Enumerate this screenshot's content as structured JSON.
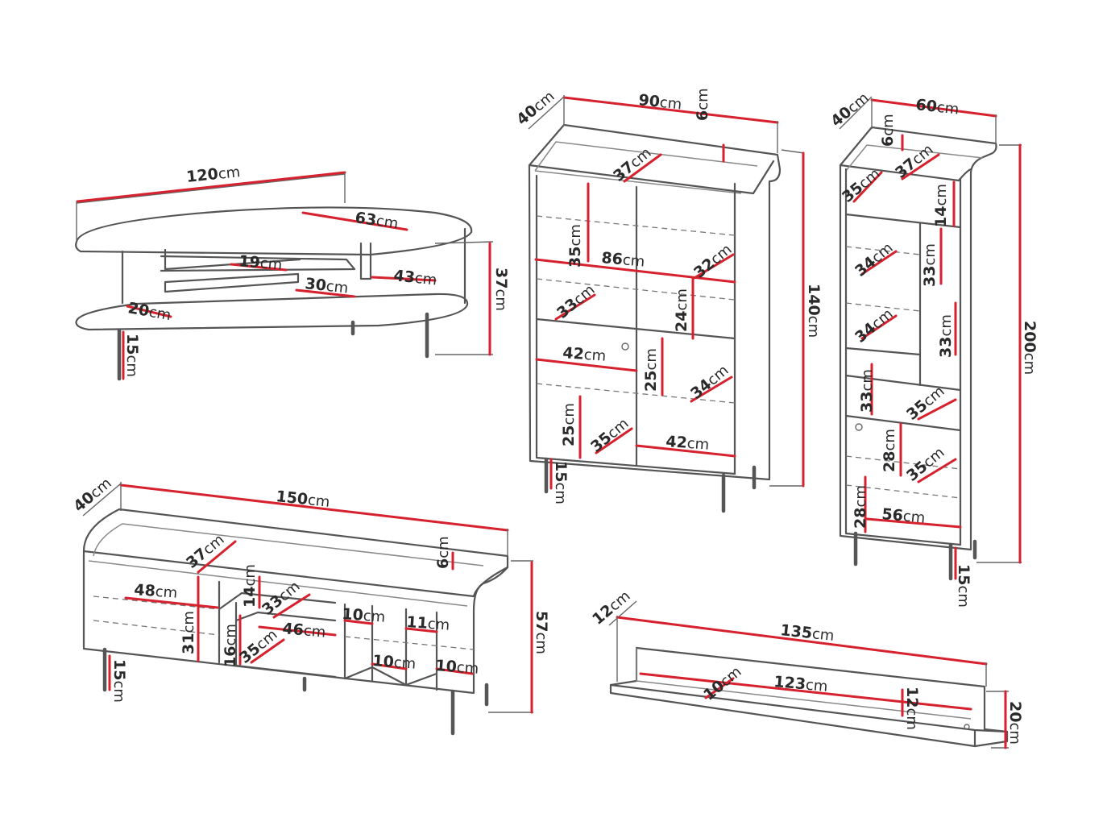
{
  "unit": "cm",
  "products": [
    {
      "name": "coffee-table",
      "labels": [
        {
          "id": "ct-width",
          "value": "120"
        },
        {
          "id": "ct-top-depth",
          "value": "63"
        },
        {
          "id": "ct-shelf-upper",
          "value": "19"
        },
        {
          "id": "ct-shelf-lower",
          "value": "30"
        },
        {
          "id": "ct-side-depth",
          "value": "43"
        },
        {
          "id": "ct-bottom-depth",
          "value": "20"
        },
        {
          "id": "ct-height",
          "value": "37"
        },
        {
          "id": "ct-leg",
          "value": "15"
        }
      ]
    },
    {
      "name": "highboard",
      "labels": [
        {
          "id": "hb-depth",
          "value": "40"
        },
        {
          "id": "hb-width",
          "value": "90"
        },
        {
          "id": "hb-top-rim",
          "value": "6"
        },
        {
          "id": "hb-top-shelf-depth",
          "value": "37"
        },
        {
          "id": "hb-upper-height",
          "value": "35"
        },
        {
          "id": "hb-shelf-width",
          "value": "86"
        },
        {
          "id": "hb-shelf-depth-right",
          "value": "32"
        },
        {
          "id": "hb-mid-depth",
          "value": "33"
        },
        {
          "id": "hb-mid-height",
          "value": "24"
        },
        {
          "id": "hb-height",
          "value": "140"
        },
        {
          "id": "hb-door-width",
          "value": "42"
        },
        {
          "id": "hb-door-height",
          "value": "25"
        },
        {
          "id": "hb-door-depth",
          "value": "34"
        },
        {
          "id": "hb-lower-height",
          "value": "25"
        },
        {
          "id": "hb-lower-depth",
          "value": "35"
        },
        {
          "id": "hb-lower-width",
          "value": "42"
        },
        {
          "id": "hb-leg",
          "value": "15"
        }
      ]
    },
    {
      "name": "tall-cabinet",
      "labels": [
        {
          "id": "tc-depth",
          "value": "40"
        },
        {
          "id": "tc-width",
          "value": "60"
        },
        {
          "id": "tc-top-rim",
          "value": "6"
        },
        {
          "id": "tc-top-depth",
          "value": "37"
        },
        {
          "id": "tc-top-inner-depth",
          "value": "35"
        },
        {
          "id": "tc-top-height",
          "value": "14"
        },
        {
          "id": "tc-shelf1-depth",
          "value": "34"
        },
        {
          "id": "tc-shelf1-height",
          "value": "33"
        },
        {
          "id": "tc-shelf2-depth",
          "value": "34"
        },
        {
          "id": "tc-shelf2-height",
          "value": "33"
        },
        {
          "id": "tc-height",
          "value": "200"
        },
        {
          "id": "tc-comp-height",
          "value": "33"
        },
        {
          "id": "tc-comp-depth",
          "value": "35"
        },
        {
          "id": "tc-door-height",
          "value": "28"
        },
        {
          "id": "tc-door-depth",
          "value": "35"
        },
        {
          "id": "tc-bottom-height",
          "value": "28"
        },
        {
          "id": "tc-bottom-width",
          "value": "56"
        },
        {
          "id": "tc-leg",
          "value": "15"
        }
      ]
    },
    {
      "name": "tv-sideboard",
      "labels": [
        {
          "id": "tv-depth",
          "value": "40"
        },
        {
          "id": "tv-width",
          "value": "150"
        },
        {
          "id": "tv-top-rim",
          "value": "6"
        },
        {
          "id": "tv-top-depth",
          "value": "37"
        },
        {
          "id": "tv-left-width",
          "value": "48"
        },
        {
          "id": "tv-left-height",
          "value": "31"
        },
        {
          "id": "tv-mid-height",
          "value": "14"
        },
        {
          "id": "tv-mid-depth",
          "value": "33"
        },
        {
          "id": "tv-mid-low-height",
          "value": "16"
        },
        {
          "id": "tv-mid-low-depth",
          "value": "35"
        },
        {
          "id": "tv-mid-width",
          "value": "46"
        },
        {
          "id": "tv-slot1-width",
          "value": "10"
        },
        {
          "id": "tv-slot2-width",
          "value": "11"
        },
        {
          "id": "tv-slot3-width",
          "value": "10"
        },
        {
          "id": "tv-slot4-width",
          "value": "10"
        },
        {
          "id": "tv-height",
          "value": "57"
        },
        {
          "id": "tv-leg",
          "value": "15"
        }
      ]
    },
    {
      "name": "wall-shelf",
      "labels": [
        {
          "id": "ws-depth",
          "value": "12"
        },
        {
          "id": "ws-width",
          "value": "135"
        },
        {
          "id": "ws-inner-depth",
          "value": "10"
        },
        {
          "id": "ws-inner-width",
          "value": "123"
        },
        {
          "id": "ws-inner-height",
          "value": "12"
        },
        {
          "id": "ws-height",
          "value": "20"
        }
      ]
    }
  ]
}
